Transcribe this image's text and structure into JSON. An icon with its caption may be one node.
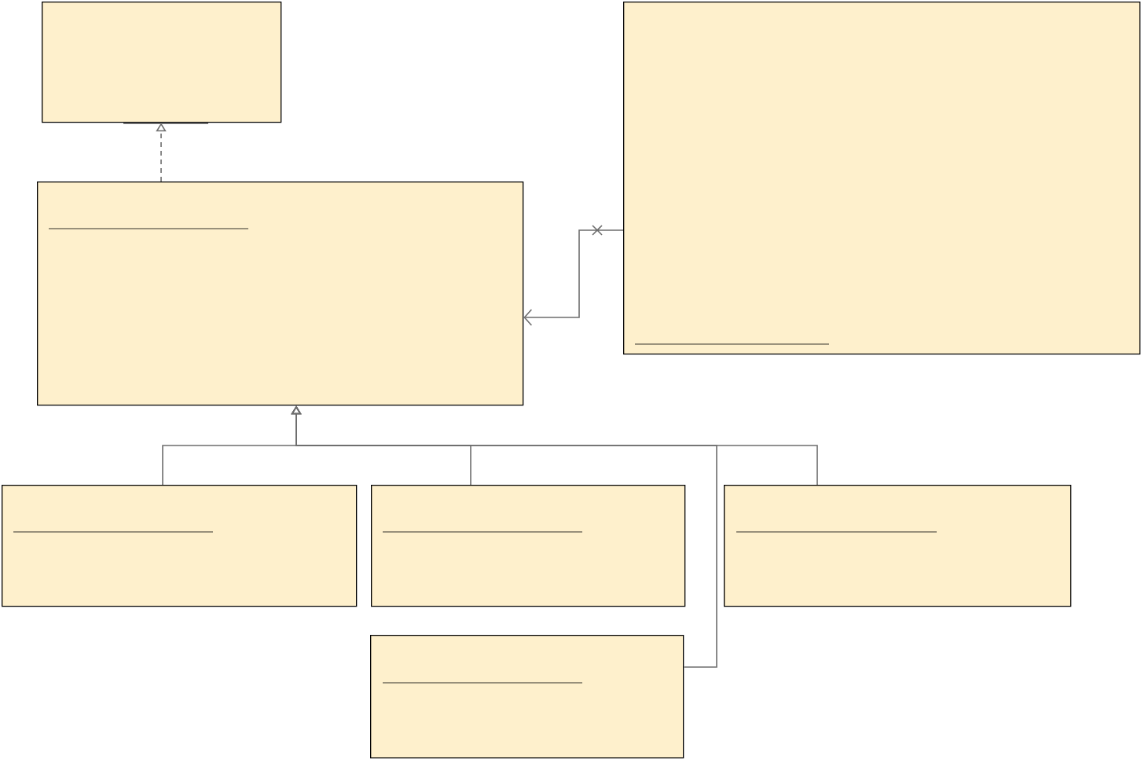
{
  "diagram": {
    "nodes": [
      {
        "text": [],
        "shape": "box"
      },
      {
        "text": [],
        "shape": "box"
      },
      {
        "text": [],
        "shape": "box"
      },
      {
        "text": [],
        "shape": "box"
      },
      {
        "text": [],
        "shape": "box"
      },
      {
        "text": [],
        "shape": "box"
      },
      {
        "text": [],
        "shape": "box"
      }
    ],
    "edges": [
      {
        "from": 1,
        "to": 0,
        "arrow": "to",
        "style": "dashed"
      },
      {
        "from": 2,
        "to": 1,
        "arrow": "to"
      },
      {
        "from": 3,
        "to": 1,
        "arrow": "to"
      },
      {
        "from": 4,
        "to": 1,
        "arrow": "to"
      },
      {
        "from": 5,
        "to": 1,
        "arrow": "to"
      },
      {
        "from": 6,
        "to": 1,
        "arrow": "to"
      }
    ]
  }
}
